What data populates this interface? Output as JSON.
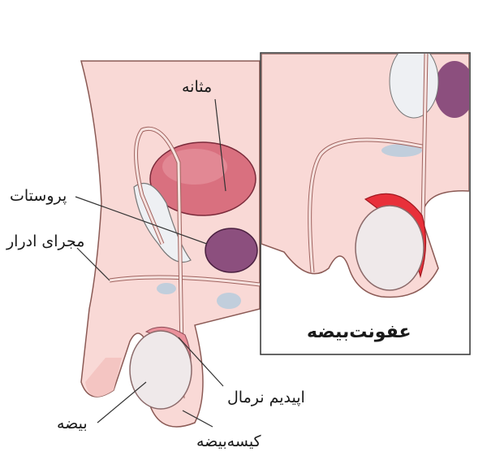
{
  "labels": {
    "bladder": "مثانه",
    "prostate": "پروستات",
    "urethra": "مجرای ادرار",
    "normal_epididymis": "اپیدیم نرمال",
    "testis": "بیضه",
    "scrotum": "کیسه‌بیضه"
  },
  "inset": {
    "title": "عفونت‌بیضه"
  },
  "colors": {
    "skin": "#f9d9d6",
    "bladder": "#d9707f",
    "prostate": "#8c4f7e",
    "testis": "#efe9ea",
    "inflamed_epididymis": "#e8303a",
    "outline": "#3a2a2a"
  }
}
